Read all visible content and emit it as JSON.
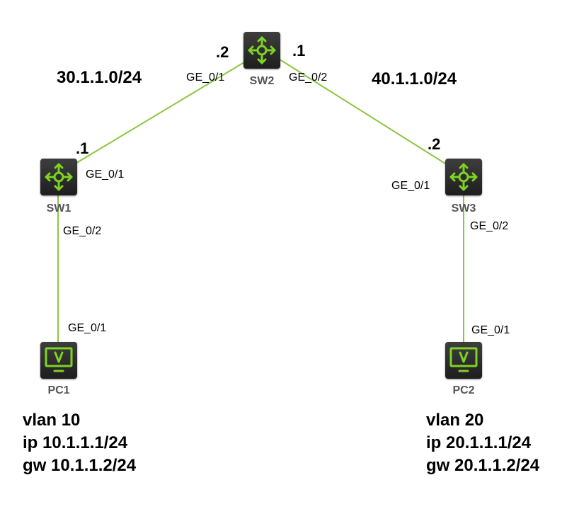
{
  "nodes": {
    "sw1": {
      "name": "SW1",
      "type": "switch"
    },
    "sw2": {
      "name": "SW2",
      "type": "switch"
    },
    "sw3": {
      "name": "SW3",
      "type": "switch"
    },
    "pc1": {
      "name": "PC1",
      "type": "pc"
    },
    "pc2": {
      "name": "PC2",
      "type": "pc"
    }
  },
  "links": [
    {
      "from": "SW1",
      "to": "SW2",
      "from_port": "GE_0/1",
      "to_port": "GE_0/1",
      "network": "30.1.1.0/24",
      "from_addr": ".1",
      "to_addr": ".2"
    },
    {
      "from": "SW2",
      "to": "SW3",
      "from_port": "GE_0/2",
      "to_port": "GE_0/1",
      "network": "40.1.1.0/24",
      "from_addr": ".1",
      "to_addr": ".2"
    },
    {
      "from": "SW1",
      "to": "PC1",
      "from_port": "GE_0/2",
      "to_port": "GE_0/1"
    },
    {
      "from": "SW3",
      "to": "PC2",
      "from_port": "GE_0/2",
      "to_port": "GE_0/1"
    }
  ],
  "hosts": {
    "pc1": {
      "vlan": "vlan 10",
      "ip": "ip 10.1.1.1/24",
      "gw": "gw 10.1.1.2/24"
    },
    "pc2": {
      "vlan": "vlan 20",
      "ip": "ip 20.1.1.1/24",
      "gw": "gw 20.1.1.2/24"
    }
  },
  "colors": {
    "link": "#8cc63f",
    "icon_glyph": "#7ed321",
    "device_body": "#2a2a2a",
    "device_label": "#555555"
  },
  "icons": {
    "switch": "switch-arrows-icon",
    "pc": "monitor-icon"
  }
}
